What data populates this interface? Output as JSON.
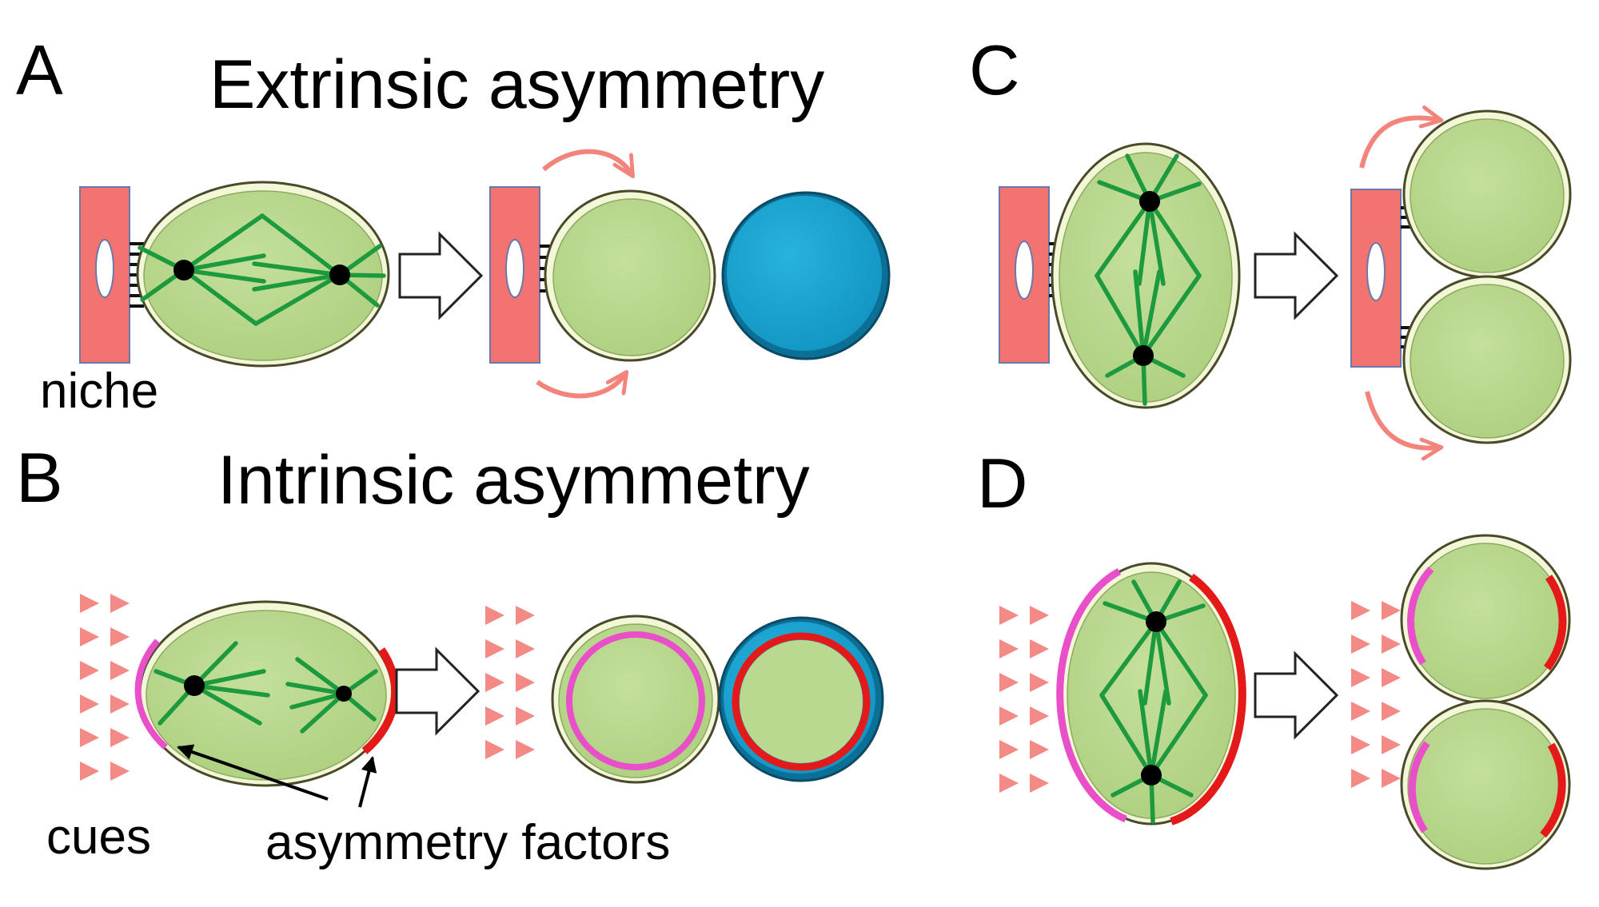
{
  "panels": {
    "a": "A",
    "b": "B",
    "c": "C",
    "d": "D"
  },
  "headings": {
    "extrinsic": "Extrinsic asymmetry",
    "intrinsic": "Intrinsic asymmetry"
  },
  "annotations": {
    "niche": "niche",
    "cues": "cues",
    "asymmetry_factors": "asymmetry factors"
  },
  "colors": {
    "cell_fill": "#b9d98f",
    "cell_rim": "#f2f7d8",
    "cell_outline": "#4a4a2a",
    "differentiated_cell": "#1ba3cf",
    "differentiated_rim": "#0b6f96",
    "niche": "#f37370",
    "niche_arrow": "#f3847c",
    "spindle": "#1d9a3d",
    "centrosome": "#000000",
    "factor_magenta": "#e94fc9",
    "factor_red": "#e41a1a",
    "cue_triangle": "#f38a86"
  }
}
